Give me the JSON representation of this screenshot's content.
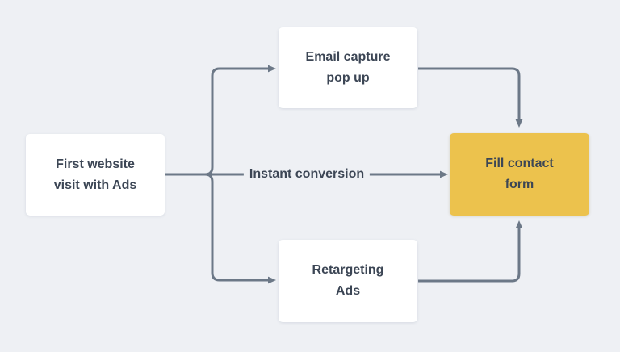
{
  "colors": {
    "background": "#eef0f4",
    "node_background": "#ffffff",
    "highlight_node_background": "#ecc24d",
    "text": "#3c4655",
    "connector": "#6c7887"
  },
  "nodes": {
    "first_visit": {
      "label": "First website visit with Ads",
      "lines": [
        "First website",
        "visit with Ads"
      ]
    },
    "email_capture": {
      "label": "Email capture pop up",
      "lines": [
        "Email capture",
        "pop up"
      ]
    },
    "retargeting": {
      "label": "Retargeting Ads",
      "lines": [
        "Retargeting",
        "Ads"
      ]
    },
    "fill_form": {
      "label": "Fill contact form",
      "lines": [
        "Fill contact",
        "form"
      ]
    }
  },
  "edges": {
    "instant_conversion": {
      "label": "Instant conversion"
    }
  }
}
